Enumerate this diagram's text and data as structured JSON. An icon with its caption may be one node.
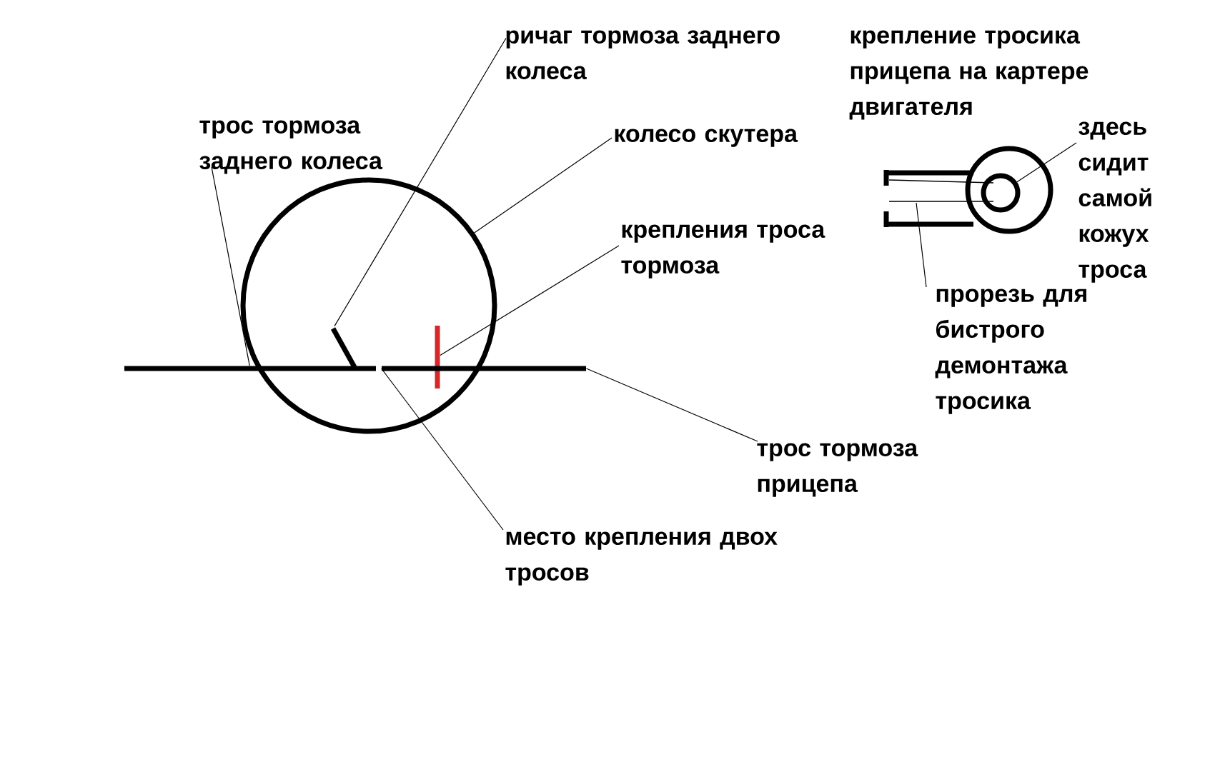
{
  "diagram": {
    "nodes": [
      {
        "text": [
          "трос тормоза заднего колеса"
        ]
      },
      {
        "text": [
          "ричаг тормоза заднего колеса"
        ]
      },
      {
        "text": [
          "колесо скутера"
        ]
      },
      {
        "text": [
          "крепления троса тормоза"
        ]
      },
      {
        "text": [
          "трос тормоза прицепа"
        ]
      },
      {
        "text": [
          "место крепления двох тросов"
        ]
      },
      {
        "text": [
          "здесь сидит самой кожух троса"
        ]
      },
      {
        "text": [
          "прорезь для бистрого демонтажа тросика"
        ]
      },
      {
        "text": [],
        "shape": "bar"
      },
      {
        "text": [],
        "shape": "bar",
        "in": 10
      },
      {
        "text": [],
        "shape": "circle"
      },
      {
        "text": [],
        "shape": "bar",
        "in": 10
      },
      {
        "text": [],
        "shape": "bar"
      },
      {
        "text": [],
        "shape": "circle"
      }
    ],
    "edges": [
      {
        "from": 0,
        "to": 8,
        "arrow": "none"
      },
      {
        "from": 1,
        "to": 9,
        "arrow": "none"
      },
      {
        "from": 2,
        "to": 10,
        "arrow": "none"
      },
      {
        "from": 3,
        "to": 11,
        "arrow": "none",
        "color": "#000000"
      },
      {
        "from": 4,
        "to": 12,
        "arrow": "none"
      },
      {
        "from": 5,
        "to": 12,
        "arrow": "none"
      },
      {
        "from": 6,
        "to": 13,
        "arrow": "none"
      },
      {
        "from": 7,
        "to": null,
        "arrow": "none"
      }
    ],
    "labels": [
      "крепление тросика прицепа на картере двигателя"
    ]
  }
}
